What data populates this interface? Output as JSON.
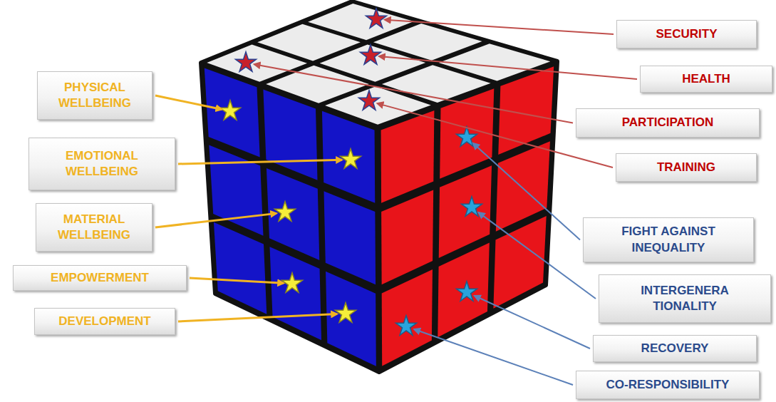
{
  "diagram": {
    "nodes": [
      {
        "text": [
          "SECURITY"
        ]
      },
      {
        "text": [
          "HEALTH"
        ]
      },
      {
        "text": [
          "PHYSICAL WELLBEING"
        ]
      },
      {
        "text": [
          "PARTICIPATION"
        ]
      },
      {
        "text": [
          "EMOTIONAL WELLBEING"
        ]
      },
      {
        "text": [
          "TRAINING"
        ]
      },
      {
        "text": [
          "MATERIAL WELLBEING"
        ]
      },
      {
        "text": [
          "FIGHT AGAINST INEQUALITY"
        ]
      },
      {
        "text": [
          "EMPOWERMENT"
        ]
      },
      {
        "text": [
          "INTERGENERA TIONALITY"
        ]
      },
      {
        "text": [
          "DEVELOPMENT"
        ]
      },
      {
        "text": [
          "RECOVERY"
        ]
      },
      {
        "text": [
          "CO-RESPONSIBILITY"
        ]
      }
    ]
  }
}
